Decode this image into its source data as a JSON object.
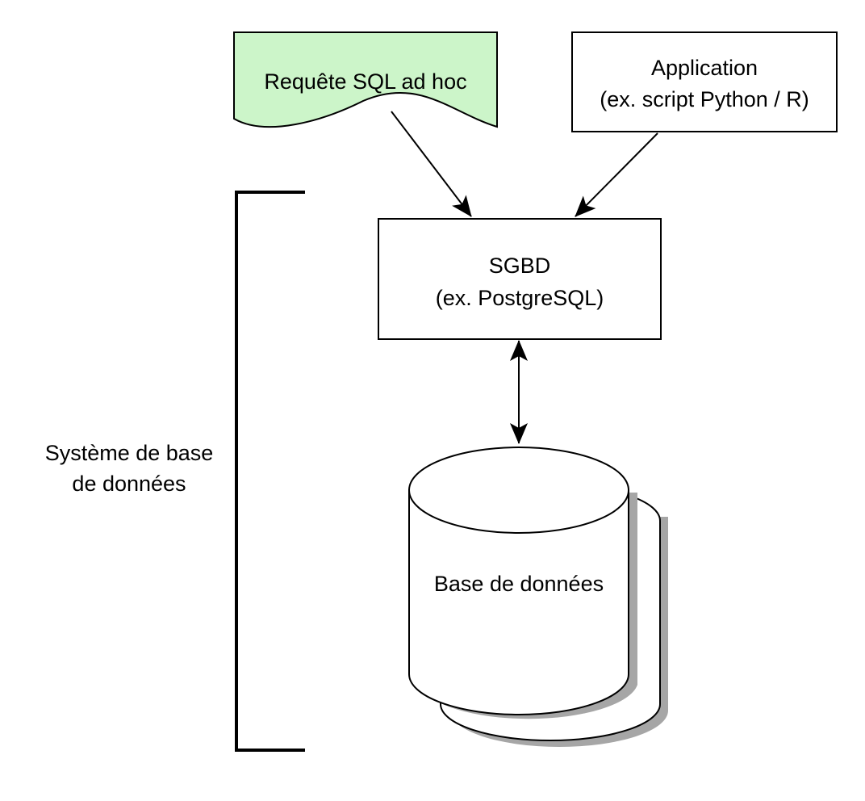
{
  "diagram": {
    "nodes": {
      "adhoc_query": {
        "label": "Requête SQL ad hoc",
        "fill": "#ccf5c9",
        "shape": "document"
      },
      "application": {
        "lines": [
          "Application",
          "(ex. script Python / R)"
        ],
        "shape": "rectangle"
      },
      "dbms": {
        "lines": [
          "SGBD",
          "(ex. PostgreSQL)"
        ],
        "shape": "rectangle"
      },
      "database": {
        "label": "Base de données",
        "shape": "stacked-cylinder"
      }
    },
    "bracket": {
      "lines": [
        "Système de base",
        "de données"
      ]
    },
    "edges": [
      {
        "from": "adhoc_query",
        "to": "dbms",
        "direction": "one-way"
      },
      {
        "from": "application",
        "to": "dbms",
        "direction": "one-way"
      },
      {
        "from": "dbms",
        "to": "database",
        "direction": "two-way"
      }
    ]
  }
}
